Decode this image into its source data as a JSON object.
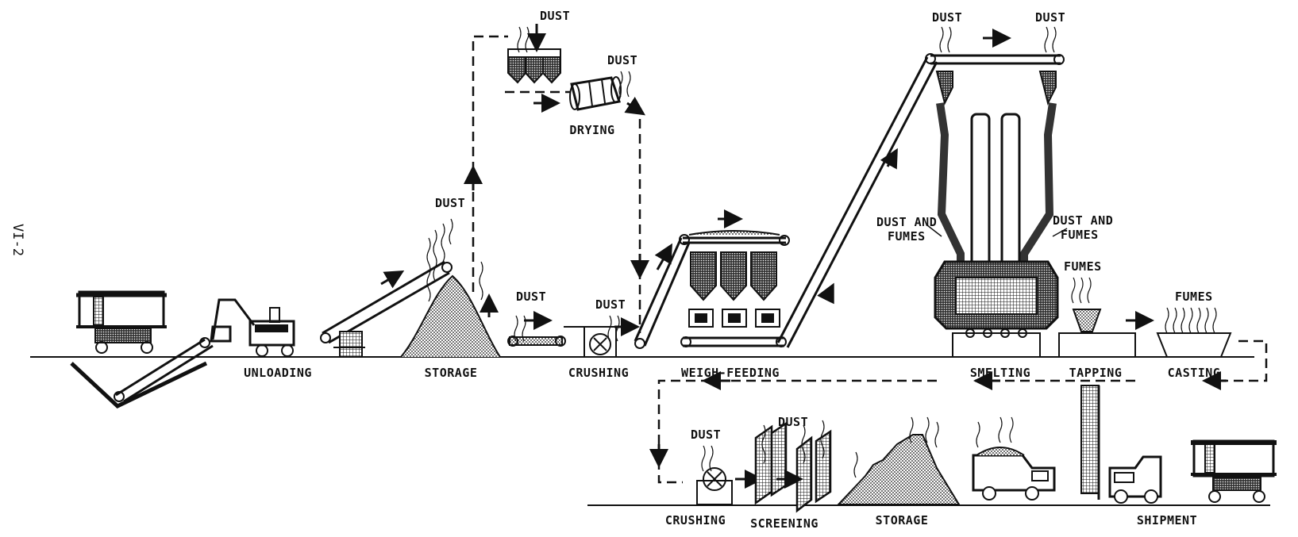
{
  "page_number": "VI-2",
  "stages_top": {
    "unloading": "UNLOADING",
    "storage": "STORAGE",
    "crushing": "CRUSHING",
    "drying": "DRYING",
    "weigh_feeding": "WEIGH-FEEDING",
    "smelting": "SMELTING",
    "tapping": "TAPPING",
    "casting": "CASTING"
  },
  "stages_bottom": {
    "crushing": "CRUSHING",
    "screening": "SCREENING",
    "storage": "STORAGE",
    "shipment": "SHIPMENT"
  },
  "emissions": {
    "dust": "DUST",
    "fumes": "FUMES",
    "dust_and": "DUST AND",
    "fumes_word": "FUMES",
    "fumes_casting": "FUMES"
  },
  "colors": {
    "ink": "#111111",
    "paper": "#ffffff"
  }
}
